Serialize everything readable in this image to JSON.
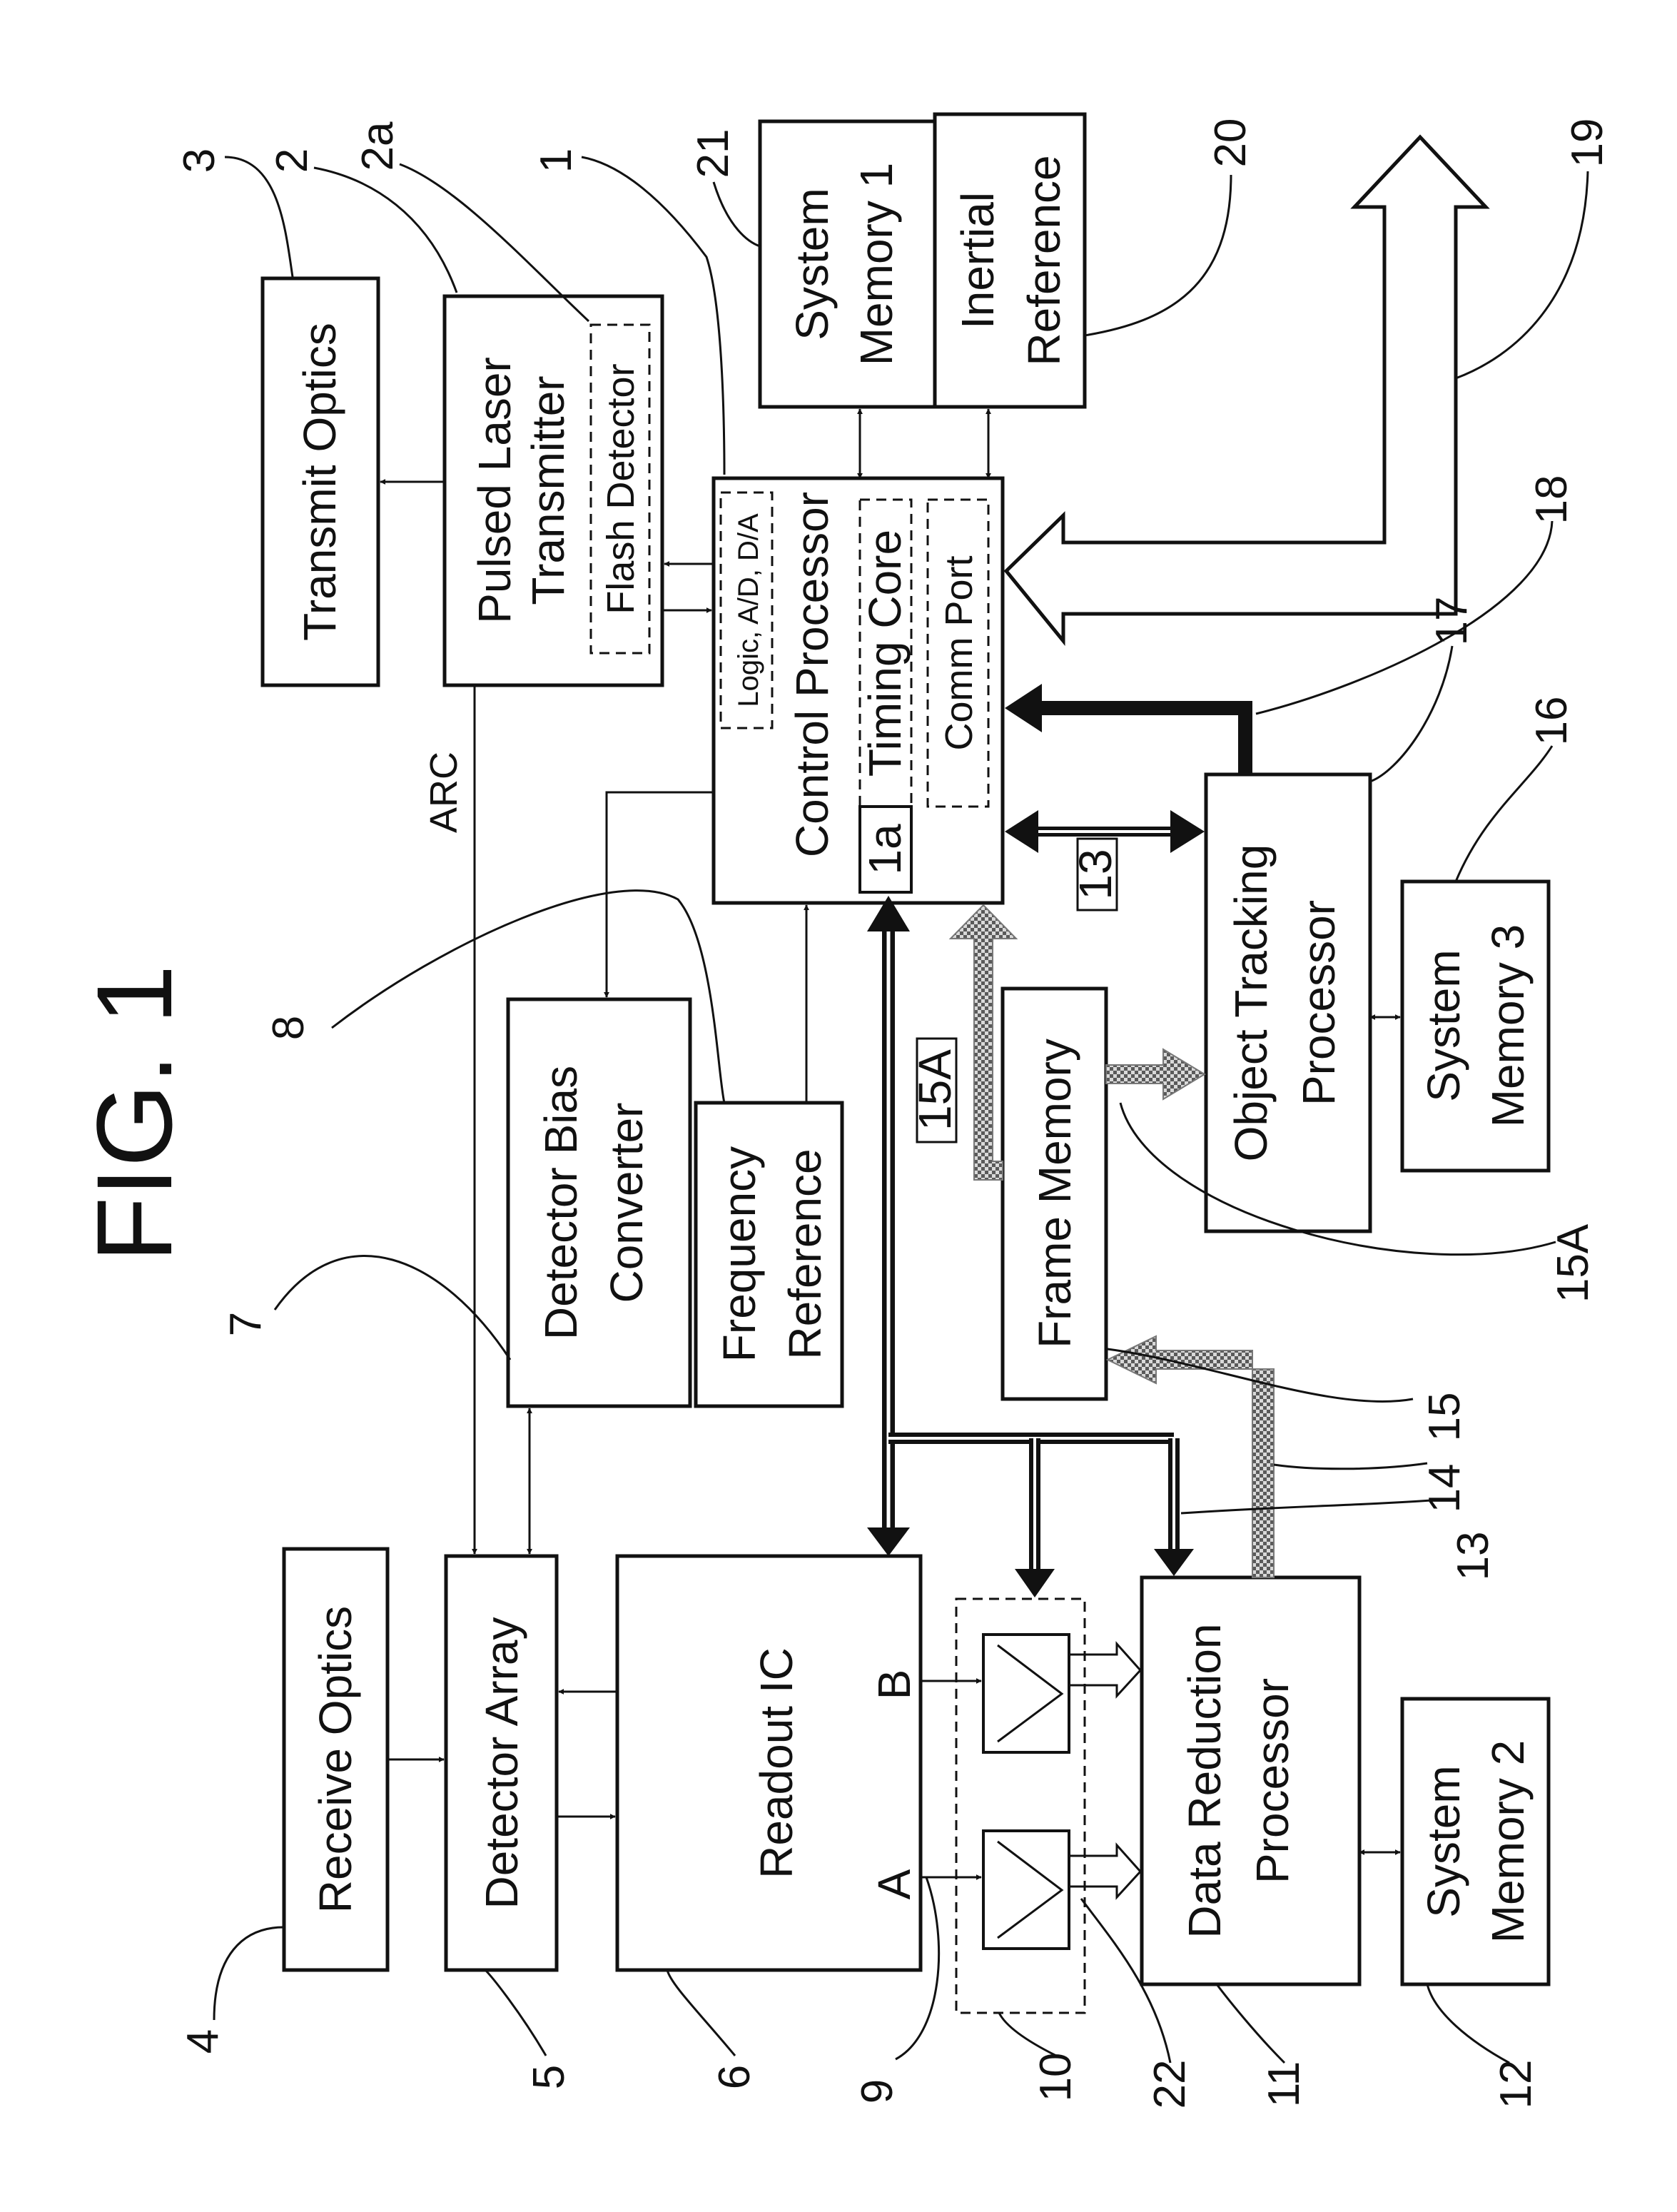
{
  "figure": {
    "title": "FIG. 1"
  },
  "blocks": {
    "transmit_optics": "Transmit Optics",
    "laser_l1": "Pulsed Laser",
    "laser_l2": "Transmitter",
    "flash_detector": "Flash Detector",
    "memory1_l1": "System",
    "memory1_l2": "Memory 1",
    "inertial_l1": "Inertial",
    "inertial_l2": "Reference",
    "logic_ad_da": "Logic, A/D, D/A",
    "control_processor": "Control Processor",
    "timing_core": "Timing Core",
    "comm_port": "Comm Port",
    "sub_1a": "1a",
    "arc": "ARC",
    "bias_l1": "Detector Bias",
    "bias_l2": "Converter",
    "freq_l1": "Frequency",
    "freq_l2": "Reference",
    "frame_memory": "Frame Memory",
    "tracking_l1": "Object Tracking",
    "tracking_l2": "Processor",
    "memory3_l1": "System",
    "memory3_l2": "Memory 3",
    "receive_optics": "Receive Optics",
    "detector_array": "Detector Array",
    "readout_ic": "Readout IC",
    "channel_a": "A",
    "channel_b": "B",
    "reduction_l1": "Data Reduction",
    "reduction_l2": "Processor",
    "memory2_l1": "System",
    "memory2_l2": "Memory 2",
    "bus_13": "13",
    "bus_15a": "15A"
  },
  "reference_numerals": {
    "n1": "1",
    "n2": "2",
    "n2a": "2a",
    "n3": "3",
    "n4": "4",
    "n5": "5",
    "n6": "6",
    "n7": "7",
    "n8": "8",
    "n9": "9",
    "n10": "10",
    "n11": "11",
    "n12": "12",
    "n13": "13",
    "n14": "14",
    "n15": "15",
    "n15a": "15A",
    "n16": "16",
    "n17": "17",
    "n18": "18",
    "n19": "19",
    "n20": "20",
    "n21": "21",
    "n22": "22"
  }
}
